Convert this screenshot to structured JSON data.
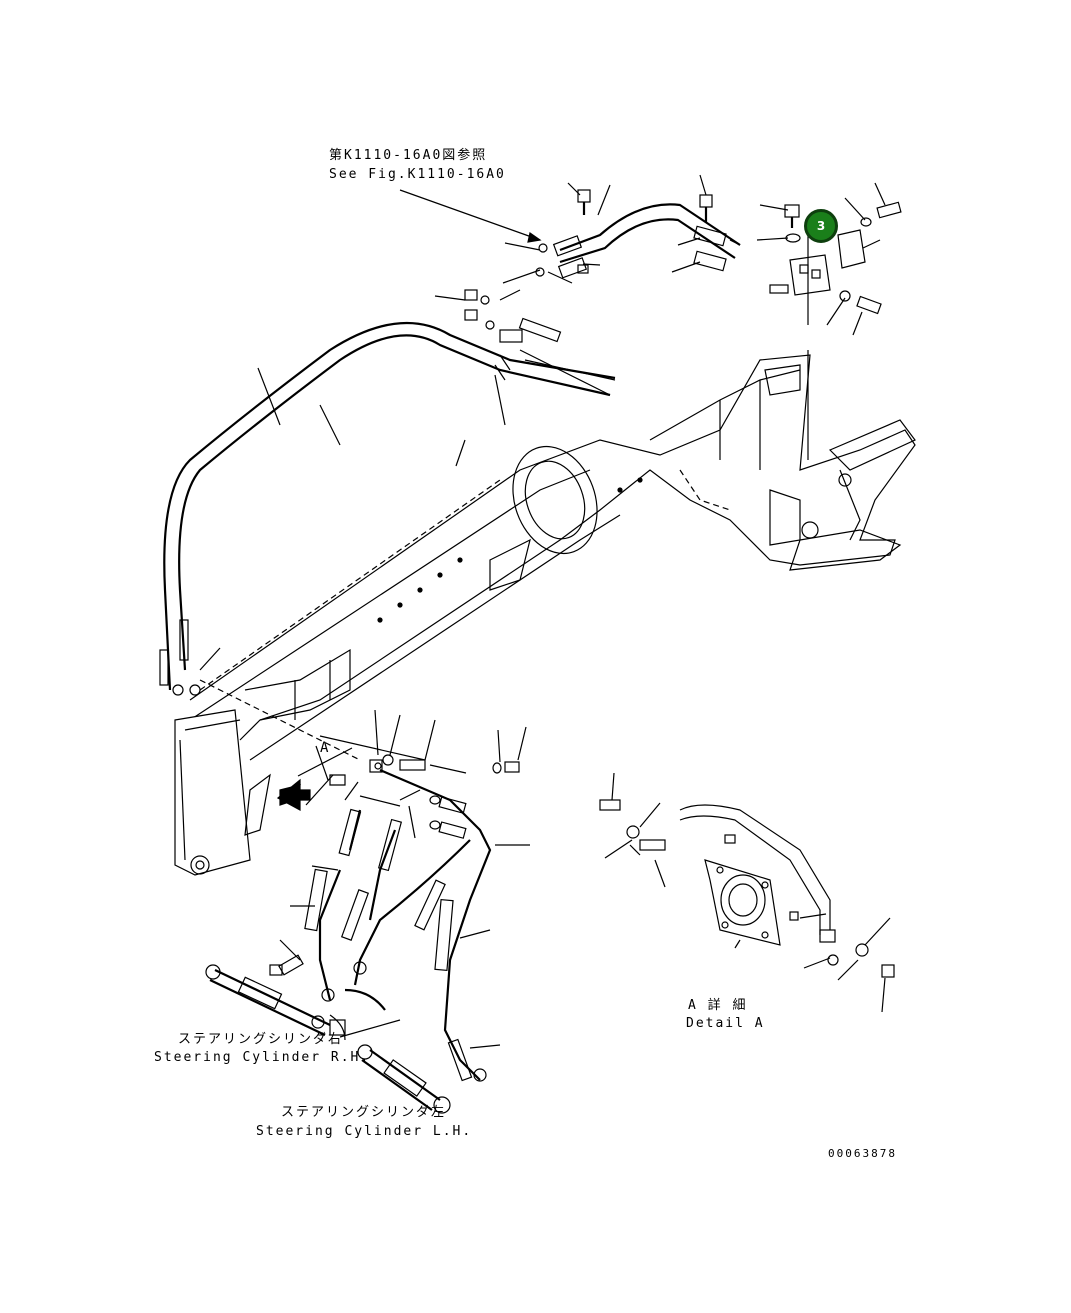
{
  "references": {
    "see_fig_jp": "第K1110-16A0図参照",
    "see_fig_en": "See Fig.K1110-16A0"
  },
  "labels": {
    "cyl_rh_jp": "ステアリングシリンダ右",
    "cyl_rh_en": "Steering Cylinder R.H.",
    "cyl_lh_jp": "ステアリングシリンダ左",
    "cyl_lh_en": "Steering Cylinder L.H.",
    "detail_jp": "A 詳 細",
    "detail_en": "Detail A",
    "view_marker": "A"
  },
  "callouts": [
    {
      "number": "3",
      "color": "#1a7f1a"
    }
  ],
  "drawing_number": "00063878"
}
